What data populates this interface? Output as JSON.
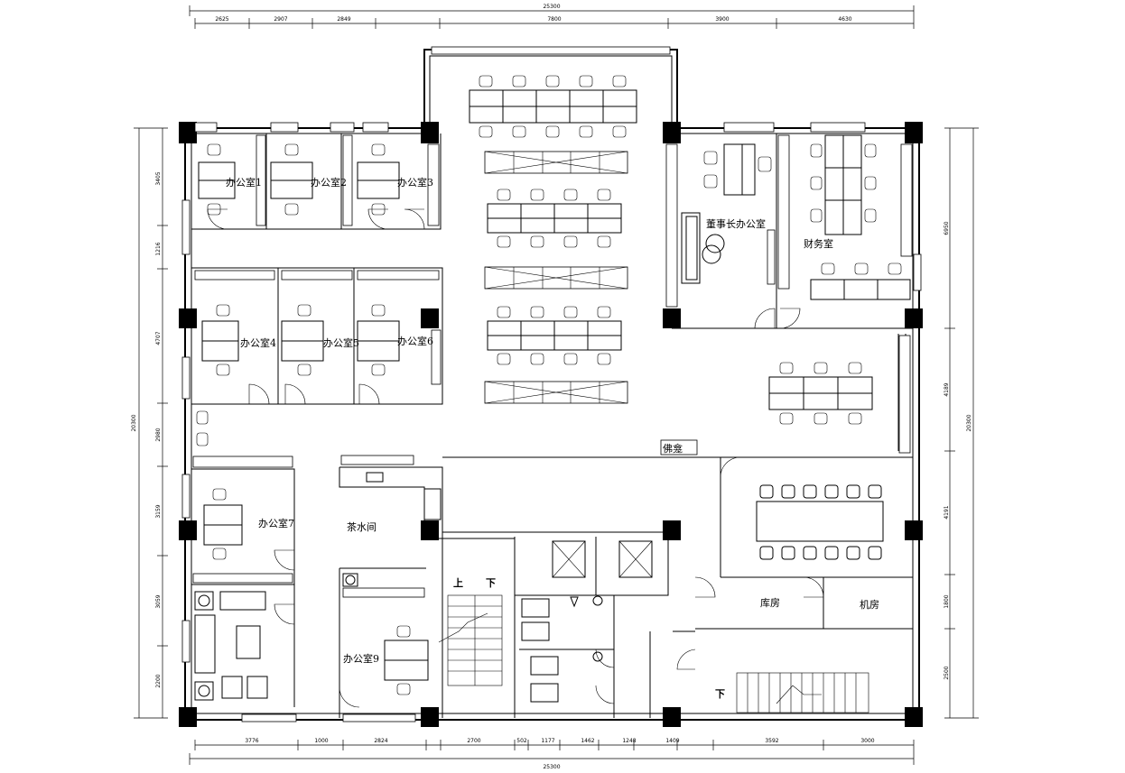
{
  "dimensions": {
    "top_total": "25300",
    "top": [
      "2625",
      "2907",
      "2849",
      "7800",
      "3900",
      "4630"
    ],
    "bottom": [
      "3776",
      "1000",
      "2824",
      "2700",
      "502",
      "1177",
      "1462",
      "1248",
      "1409",
      "3592",
      "3000"
    ],
    "bottom_total": "25300",
    "left_total": "20300",
    "left": [
      "3405",
      "1216",
      "4707",
      "2980",
      "3159",
      "3059",
      "2200"
    ],
    "right_total": "20300",
    "right": [
      "6950",
      "4189",
      "4191",
      "1800",
      "2500"
    ]
  },
  "rooms": {
    "office1": "办公室1",
    "office2": "办公室2",
    "office3": "办公室3",
    "office4": "办公室4",
    "office5": "办公室5",
    "office6": "办公室6",
    "office7": "办公室7",
    "office9": "办公室9",
    "chairman": "董事长办公室",
    "finance": "财务室",
    "tea_room": "茶水间",
    "shrine": "佛龛",
    "storage": "库房",
    "machine_room": "机房"
  },
  "stair_marks": {
    "up": "上",
    "down": "下",
    "down_east": "下"
  }
}
